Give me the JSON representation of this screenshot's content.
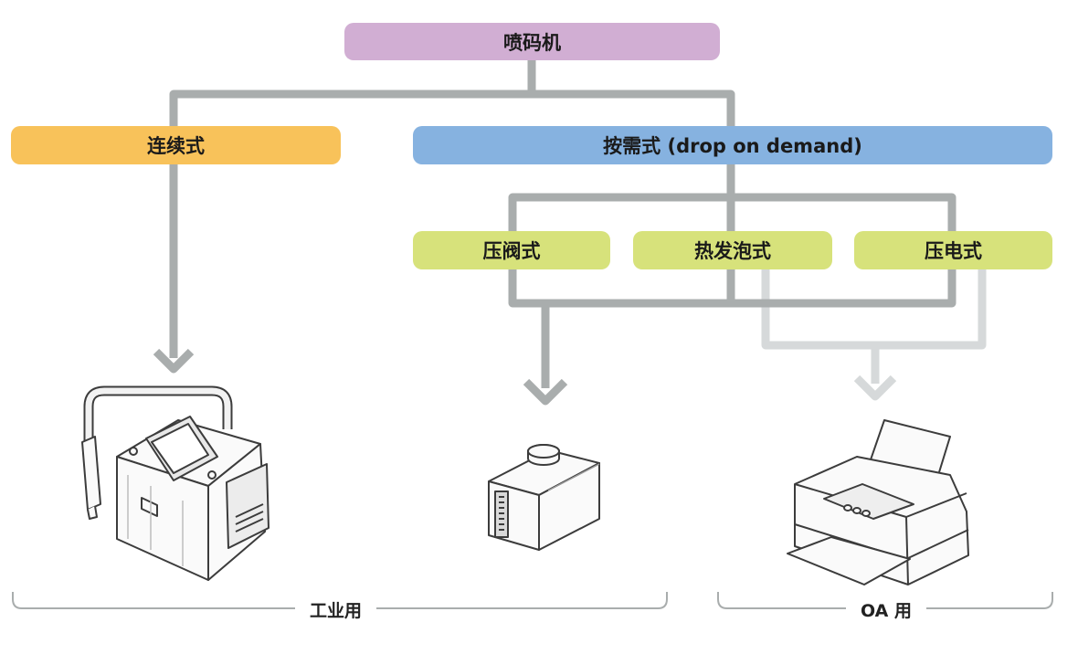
{
  "root": {
    "label": "喷码机"
  },
  "continuous": {
    "label": "连续式"
  },
  "on_demand": {
    "label": "按需式 (drop on demand)"
  },
  "methods": [
    {
      "label": "压阀式"
    },
    {
      "label": "热发泡式"
    },
    {
      "label": "压电式"
    }
  ],
  "groups": {
    "industrial": "工业用",
    "oa": "OA 用"
  },
  "icons": [
    "industrial-cij-printer-icon",
    "ink-cartridge-head-icon",
    "desktop-inkjet-printer-icon"
  ],
  "colors": {
    "root": "#d1aed3",
    "continuous": "#f8c25a",
    "on_demand": "#86b2e0",
    "methods": "#d7e27b",
    "connector": "#a9adad",
    "connector_light": "#d6d9da"
  }
}
